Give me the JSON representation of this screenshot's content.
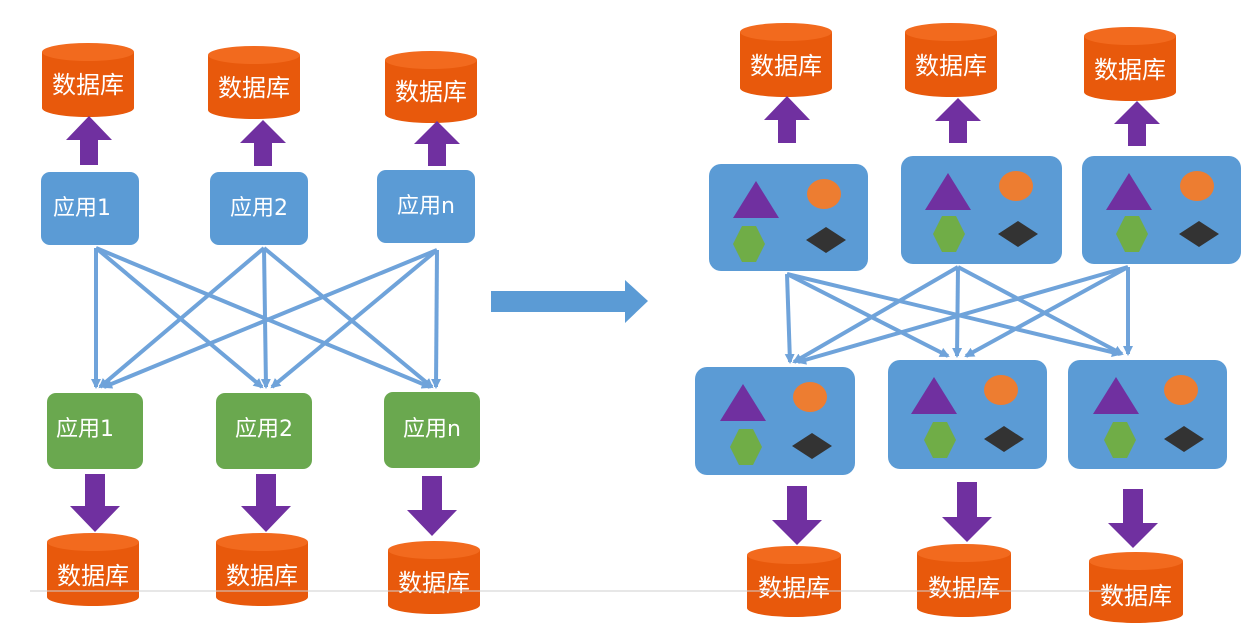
{
  "colors": {
    "db": "#e8590c",
    "db_top": "#f26a1e",
    "app_blue": "#5b9bd5",
    "app_green": "#6aa84f",
    "arrow_purple": "#7030a0",
    "connector": "#6fa3da",
    "triangle": "#7030a0",
    "circle": "#ed7d31",
    "hexagon": "#70ad47",
    "diamond": "#333333"
  },
  "database_label": "数据库",
  "left": {
    "top_apps": [
      {
        "label": "应用1"
      },
      {
        "label": "应用2"
      },
      {
        "label": "应用n"
      }
    ],
    "bottom_apps": [
      {
        "label": "应用1"
      },
      {
        "label": "应用2"
      },
      {
        "label": "应用n"
      }
    ]
  },
  "right": {
    "top_services": 3,
    "bottom_services": 3,
    "service_icons": [
      "triangle-icon",
      "circle-icon",
      "hexagon-icon",
      "diamond-icon"
    ]
  }
}
